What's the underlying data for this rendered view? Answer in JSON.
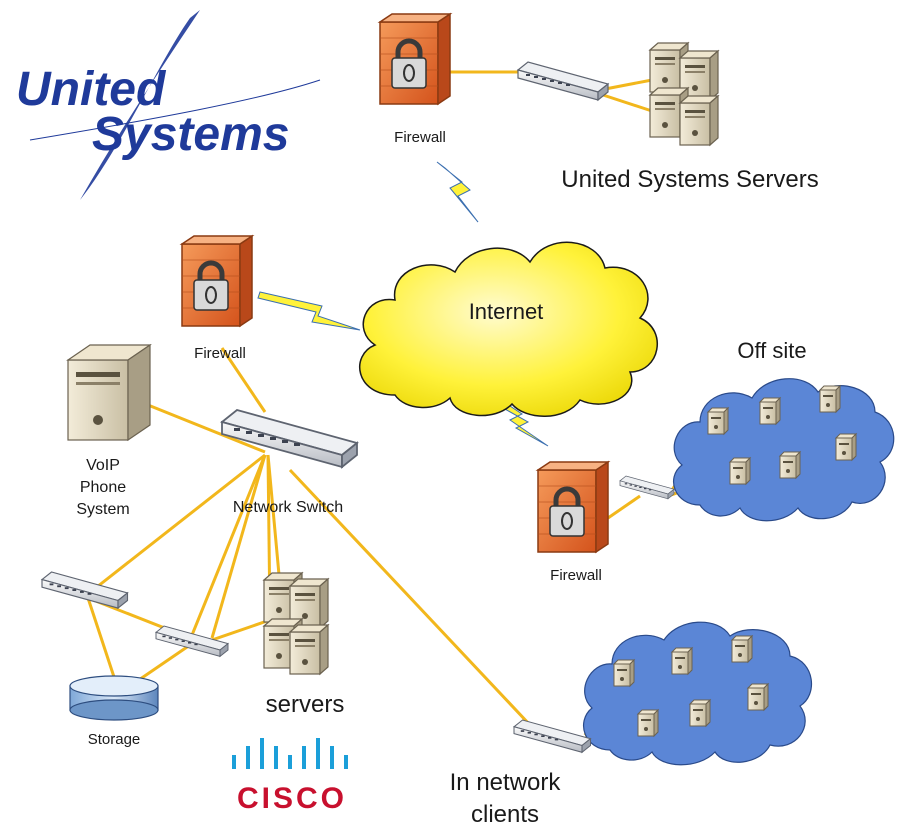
{
  "logo": {
    "line1": "United",
    "line2": "Systems"
  },
  "labels": {
    "firewall_top": "Firewall",
    "united_servers": "United Systems Servers",
    "firewall_left": "Firewall",
    "internet": "Internet",
    "off_site": "Off site",
    "voip_line1": "VoIP",
    "voip_line2": "Phone",
    "voip_line3": "System",
    "network_switch": "Network Switch",
    "firewall_right": "Firewall",
    "storage": "Storage",
    "servers": "servers",
    "clients_line1": "In network",
    "clients_line2": "clients",
    "cisco": "CISCO"
  },
  "colors": {
    "link": "#f2b71c",
    "cloud_internet": "#fff23a",
    "cloud_blue": "#5b86d6",
    "firewall": "#e8682a",
    "logo_blue": "#1f3a9a",
    "cisco_red": "#c8102e",
    "cisco_bars": "#1b9fd9"
  }
}
